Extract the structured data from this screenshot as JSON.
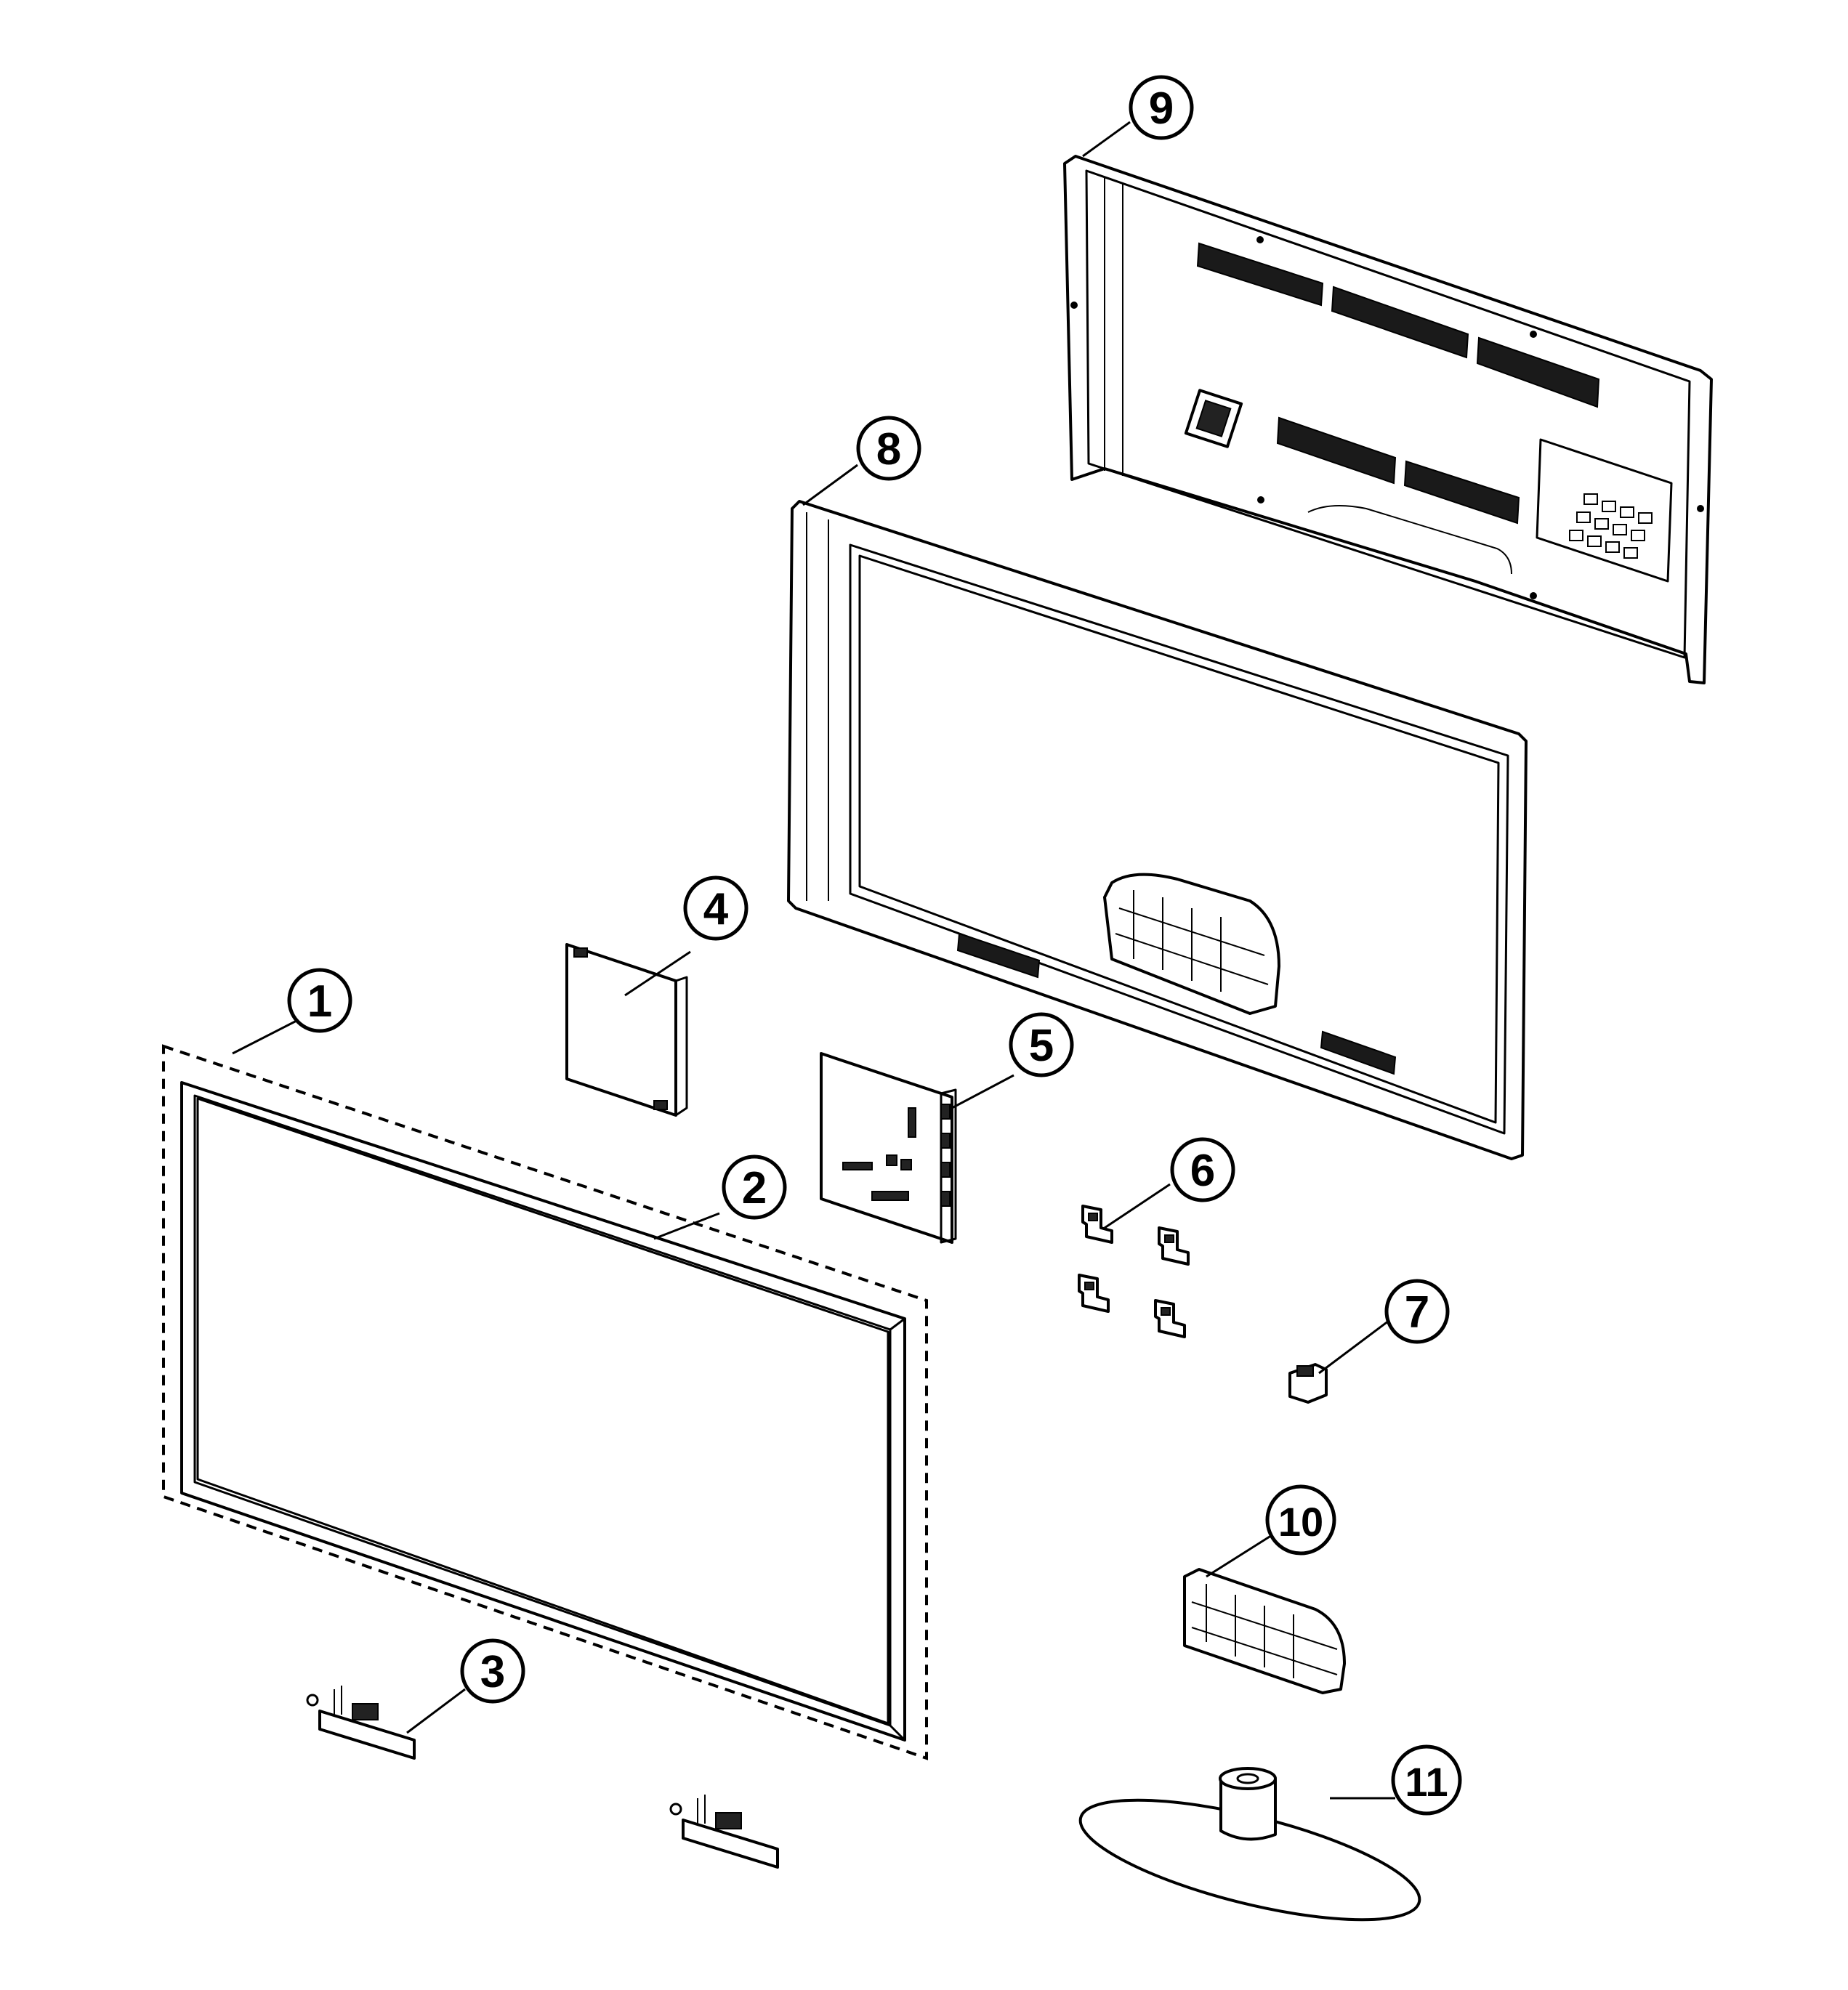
{
  "callouts": [
    {
      "id": 1,
      "label": "1",
      "part": "lcd-panel-assembly"
    },
    {
      "id": 2,
      "label": "2",
      "part": "front-bezel"
    },
    {
      "id": 3,
      "label": "3",
      "part": "ir-function-board"
    },
    {
      "id": 4,
      "label": "4",
      "part": "power-board"
    },
    {
      "id": 5,
      "label": "5",
      "part": "main-board"
    },
    {
      "id": 6,
      "label": "6",
      "part": "brackets"
    },
    {
      "id": 7,
      "label": "7",
      "part": "holder"
    },
    {
      "id": 8,
      "label": "8",
      "part": "middle-frame"
    },
    {
      "id": 9,
      "label": "9",
      "part": "rear-cover"
    },
    {
      "id": 10,
      "label": "10",
      "part": "stand-neck"
    },
    {
      "id": 11,
      "label": "11",
      "part": "stand-base"
    }
  ],
  "colors": {
    "line": "#000000",
    "background": "#ffffff"
  }
}
